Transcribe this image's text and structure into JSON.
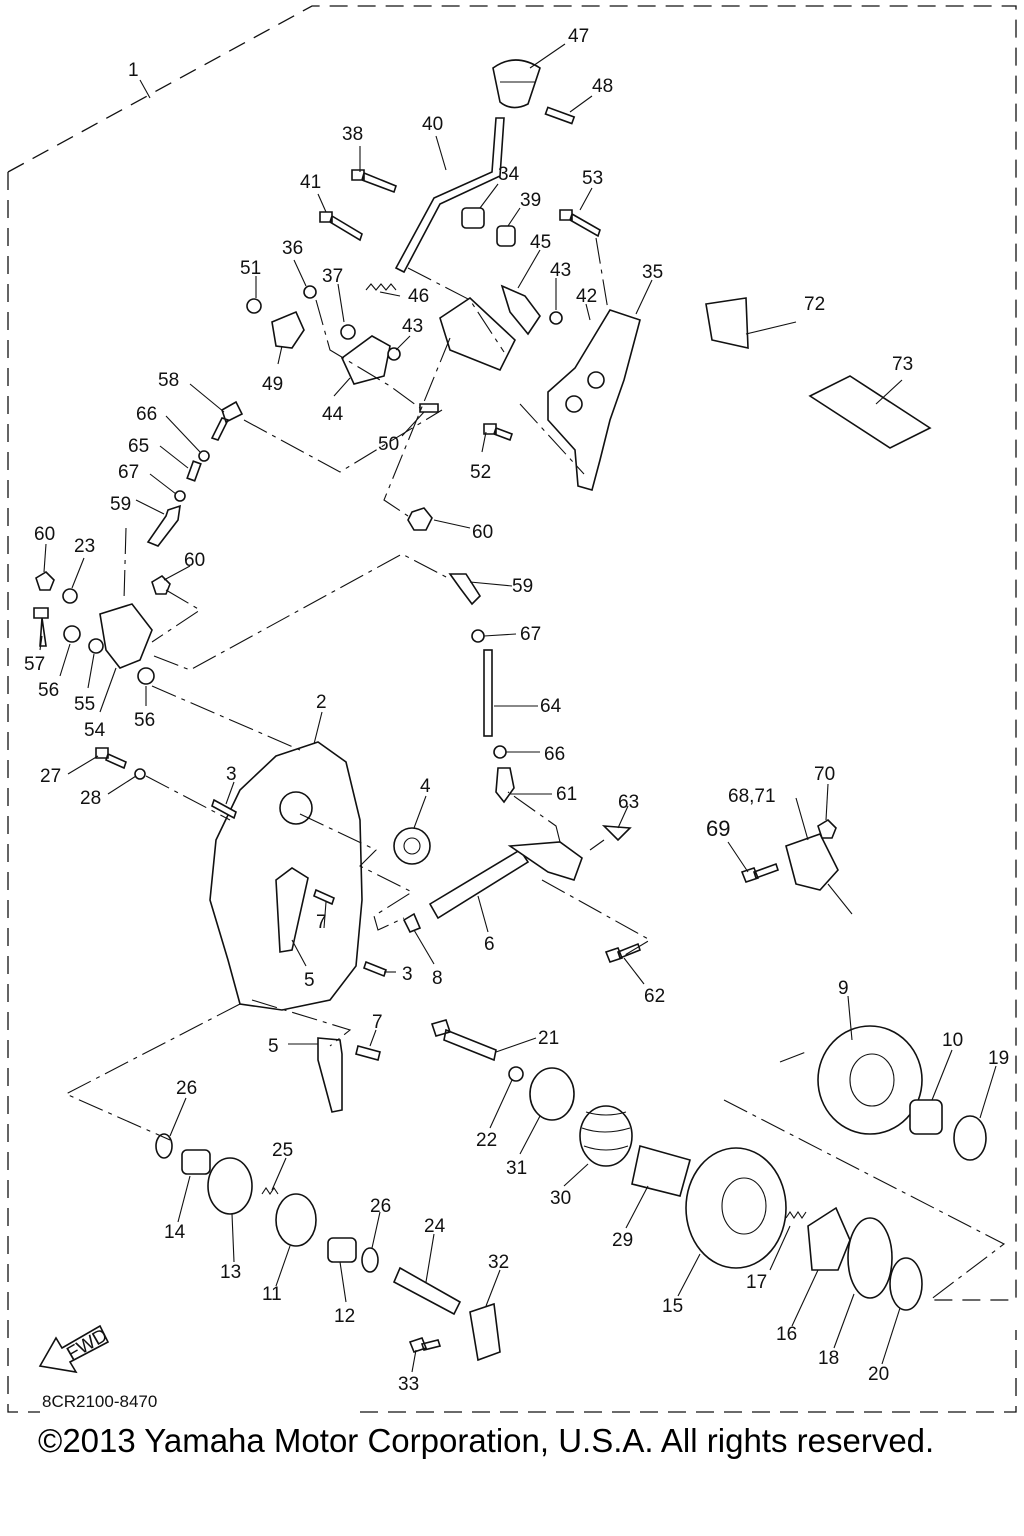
{
  "callouts": [
    {
      "id": "1",
      "text": "1"
    },
    {
      "id": "2",
      "text": "2"
    },
    {
      "id": "3a",
      "text": "3"
    },
    {
      "id": "3b",
      "text": "3"
    },
    {
      "id": "4",
      "text": "4"
    },
    {
      "id": "5a",
      "text": "5"
    },
    {
      "id": "5b",
      "text": "5"
    },
    {
      "id": "6",
      "text": "6"
    },
    {
      "id": "7a",
      "text": "7"
    },
    {
      "id": "7b",
      "text": "7"
    },
    {
      "id": "8",
      "text": "8"
    },
    {
      "id": "9",
      "text": "9"
    },
    {
      "id": "10",
      "text": "10"
    },
    {
      "id": "11",
      "text": "11"
    },
    {
      "id": "12",
      "text": "12"
    },
    {
      "id": "13",
      "text": "13"
    },
    {
      "id": "14",
      "text": "14"
    },
    {
      "id": "15",
      "text": "15"
    },
    {
      "id": "16",
      "text": "16"
    },
    {
      "id": "17",
      "text": "17"
    },
    {
      "id": "18",
      "text": "18"
    },
    {
      "id": "19",
      "text": "19"
    },
    {
      "id": "20",
      "text": "20"
    },
    {
      "id": "21",
      "text": "21"
    },
    {
      "id": "22",
      "text": "22"
    },
    {
      "id": "23",
      "text": "23"
    },
    {
      "id": "24",
      "text": "24"
    },
    {
      "id": "25",
      "text": "25"
    },
    {
      "id": "26a",
      "text": "26"
    },
    {
      "id": "26b",
      "text": "26"
    },
    {
      "id": "27",
      "text": "27"
    },
    {
      "id": "28",
      "text": "28"
    },
    {
      "id": "29",
      "text": "29"
    },
    {
      "id": "30",
      "text": "30"
    },
    {
      "id": "31",
      "text": "31"
    },
    {
      "id": "32",
      "text": "32"
    },
    {
      "id": "33",
      "text": "33"
    },
    {
      "id": "34",
      "text": "34"
    },
    {
      "id": "35",
      "text": "35"
    },
    {
      "id": "36",
      "text": "36"
    },
    {
      "id": "37",
      "text": "37"
    },
    {
      "id": "38",
      "text": "38"
    },
    {
      "id": "39",
      "text": "39"
    },
    {
      "id": "40",
      "text": "40"
    },
    {
      "id": "41",
      "text": "41"
    },
    {
      "id": "42",
      "text": "42"
    },
    {
      "id": "43a",
      "text": "43"
    },
    {
      "id": "43b",
      "text": "43"
    },
    {
      "id": "44",
      "text": "44"
    },
    {
      "id": "45",
      "text": "45"
    },
    {
      "id": "46",
      "text": "46"
    },
    {
      "id": "47",
      "text": "47"
    },
    {
      "id": "48",
      "text": "48"
    },
    {
      "id": "49",
      "text": "49"
    },
    {
      "id": "50",
      "text": "50"
    },
    {
      "id": "51",
      "text": "51"
    },
    {
      "id": "52",
      "text": "52"
    },
    {
      "id": "53",
      "text": "53"
    },
    {
      "id": "54",
      "text": "54"
    },
    {
      "id": "55",
      "text": "55"
    },
    {
      "id": "56a",
      "text": "56"
    },
    {
      "id": "56b",
      "text": "56"
    },
    {
      "id": "57",
      "text": "57"
    },
    {
      "id": "58",
      "text": "58"
    },
    {
      "id": "59a",
      "text": "59"
    },
    {
      "id": "59b",
      "text": "59"
    },
    {
      "id": "60a",
      "text": "60"
    },
    {
      "id": "60b",
      "text": "60"
    },
    {
      "id": "60c",
      "text": "60"
    },
    {
      "id": "61",
      "text": "61"
    },
    {
      "id": "62",
      "text": "62"
    },
    {
      "id": "63",
      "text": "63"
    },
    {
      "id": "64",
      "text": "64"
    },
    {
      "id": "65",
      "text": "65"
    },
    {
      "id": "66a",
      "text": "66"
    },
    {
      "id": "66b",
      "text": "66"
    },
    {
      "id": "67a",
      "text": "67"
    },
    {
      "id": "67b",
      "text": "67"
    },
    {
      "id": "68_71",
      "text": "68,71"
    },
    {
      "id": "69",
      "text": "69"
    },
    {
      "id": "70",
      "text": "70"
    },
    {
      "id": "72",
      "text": "72"
    },
    {
      "id": "73",
      "text": "73"
    }
  ],
  "fwd_label": "FWD",
  "doc_code": "8CR2100-8470",
  "copyright": "©2013 Yamaha Motor Corporation, U.S.A. All rights reserved."
}
